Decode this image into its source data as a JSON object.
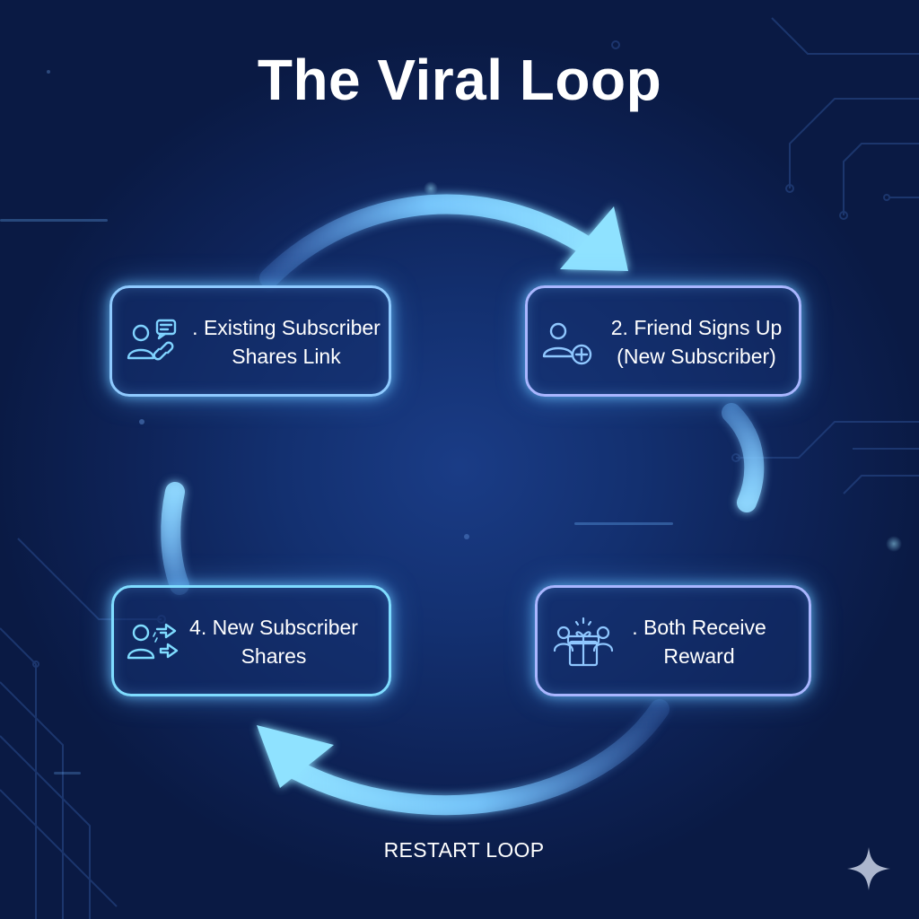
{
  "title": "The Viral Loop",
  "steps": [
    {
      "line1": ". Existing Subscriber",
      "line2": "Shares Link",
      "icon": "user-chat-link-icon"
    },
    {
      "line1": "2. Friend Signs Up",
      "line2": "(New Subscriber)",
      "icon": "user-add-icon"
    },
    {
      "line1": ". Both Receive",
      "line2": "Reward",
      "icon": "users-gift-icon"
    },
    {
      "line1": "4. New Subscriber",
      "line2": "Shares",
      "icon": "user-share-arrows-icon"
    }
  ],
  "footer_label": "RESTART LOOP",
  "colors": {
    "background": "#0d1d48",
    "glow_cyan": "#7fd3ff",
    "glow_lavender": "#a9b6ff",
    "text": "#ffffff"
  },
  "decor_icon": "sparkle-icon"
}
